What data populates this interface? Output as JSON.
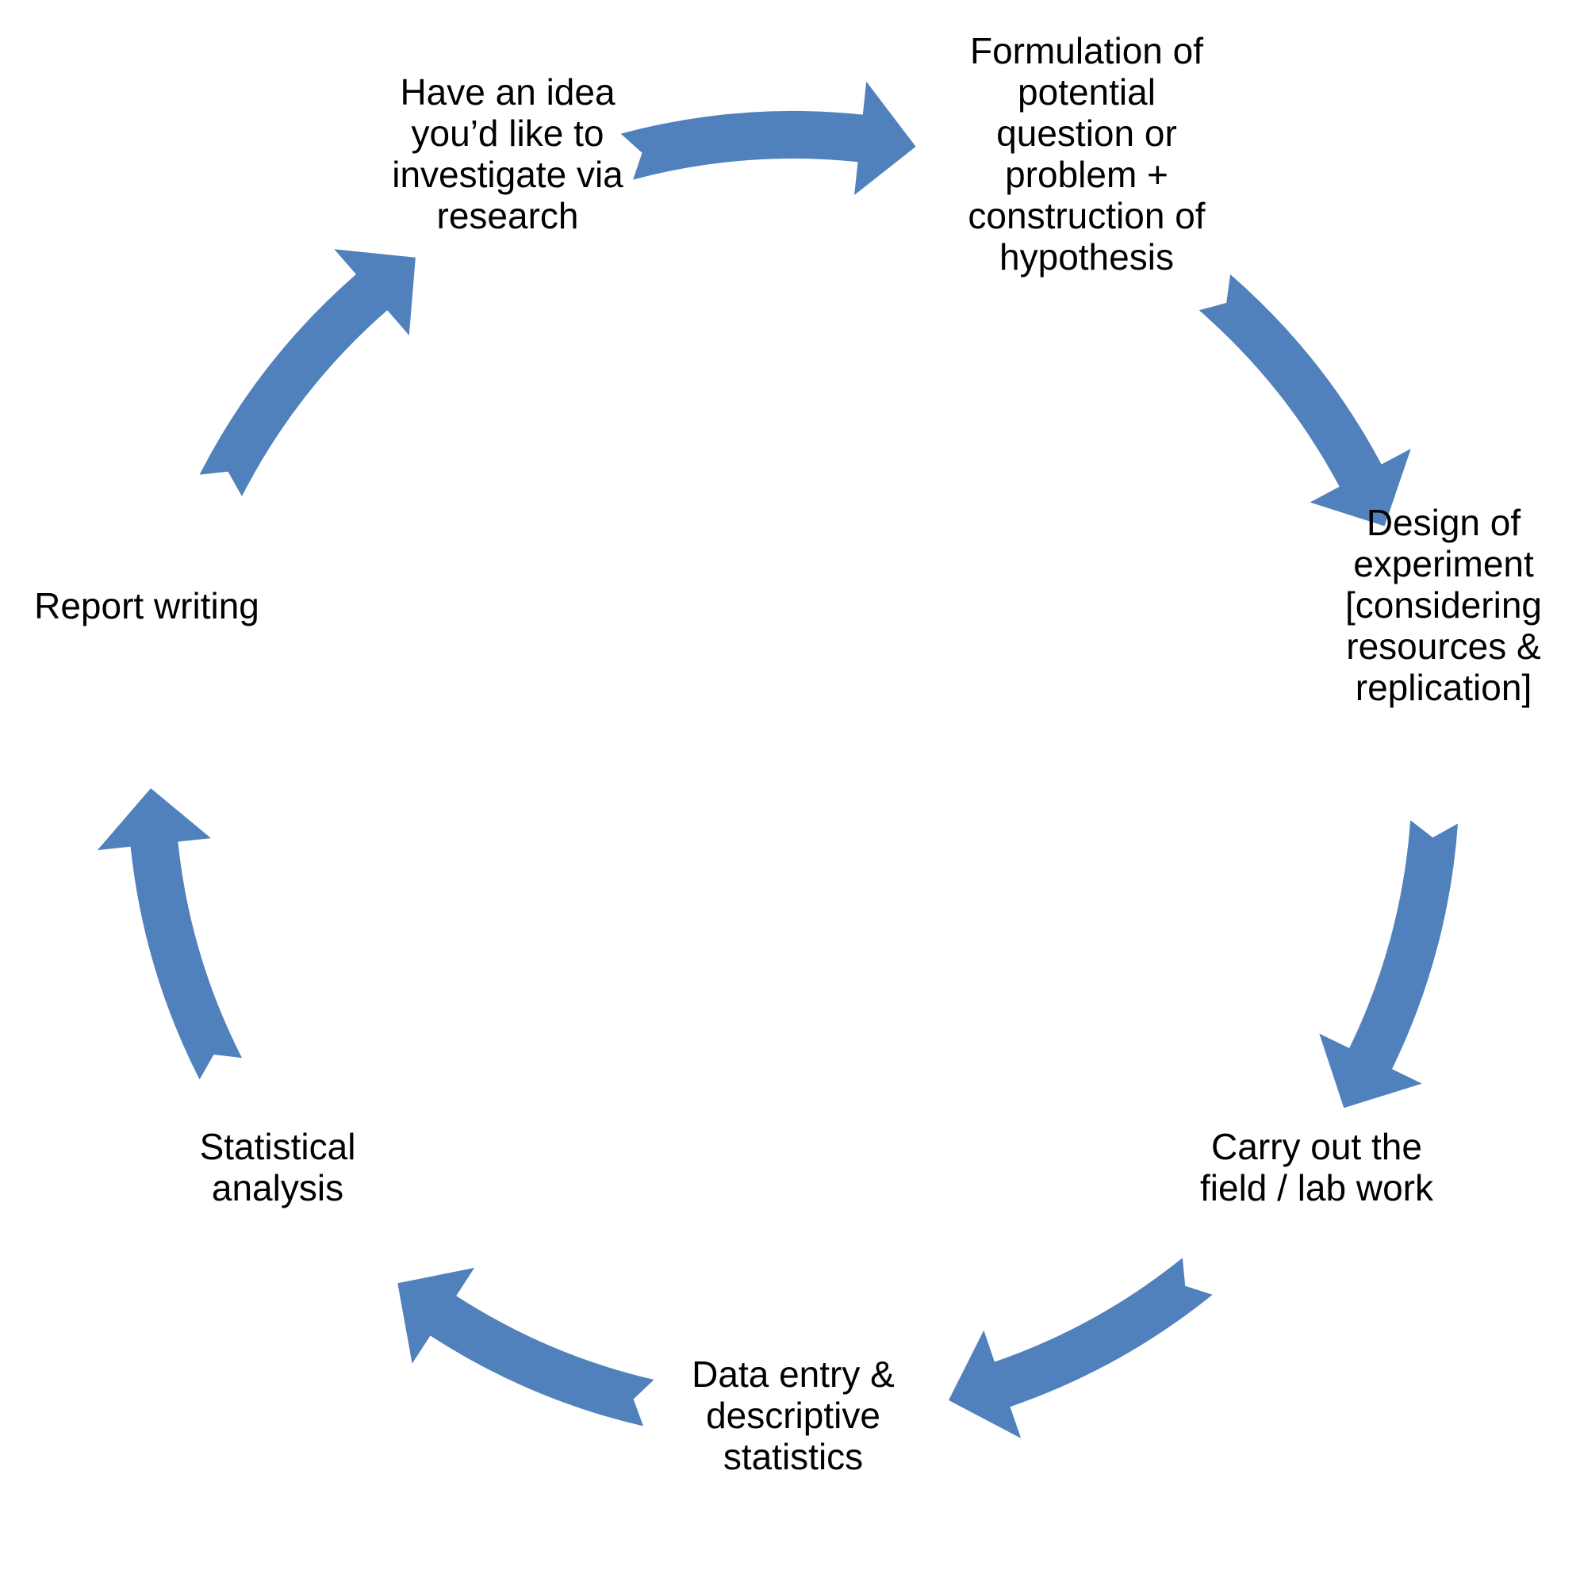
{
  "colors": {
    "arrow": "#5081bc",
    "text": "#000000",
    "background": "#ffffff"
  },
  "steps": [
    {
      "id": "idea",
      "label": "Have an idea\nyou’d like to\ninvestigate via\nresearch"
    },
    {
      "id": "formulate",
      "label": "Formulation of\npotential\nquestion or\nproblem +\nconstruction of\nhypothesis"
    },
    {
      "id": "design",
      "label": "Design of\nexperiment\n[considering\nresources &\nreplication]"
    },
    {
      "id": "carry",
      "label": "Carry out the\nfield / lab work"
    },
    {
      "id": "data",
      "label": "Data entry &\ndescriptive\nstatistics"
    },
    {
      "id": "stats",
      "label": "Statistical\nanalysis"
    },
    {
      "id": "report",
      "label": "Report writing"
    }
  ],
  "arrow_icon": "curved-block-arrow-icon"
}
